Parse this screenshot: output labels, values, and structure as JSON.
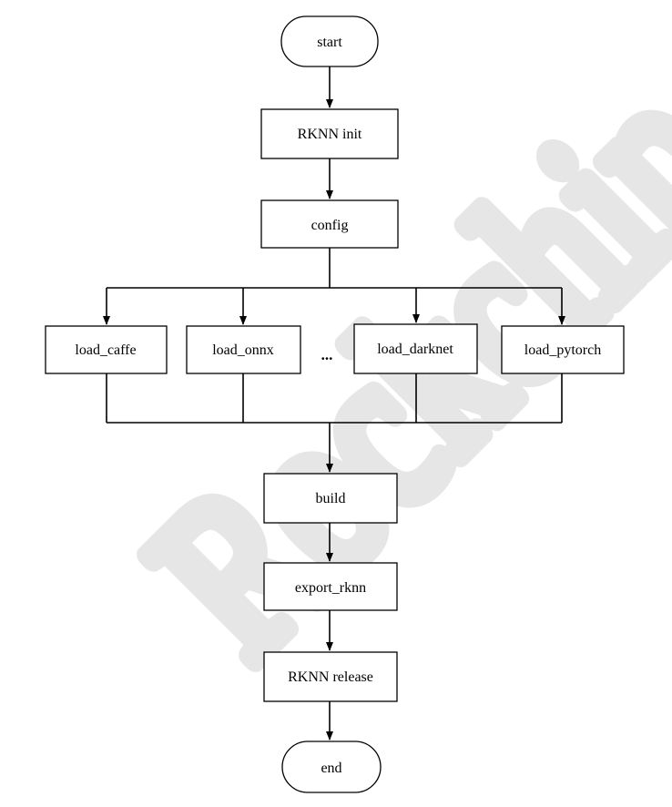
{
  "watermark": {
    "text": "Rockchip"
  },
  "nodes": {
    "start": "start",
    "rknn_init": "RKNN init",
    "config": "config",
    "load_caffe": "load_caffe",
    "load_onnx": "load_onnx",
    "ellipsis": "...",
    "load_darknet": "load_darknet",
    "load_pytorch": "load_pytorch",
    "build": "build",
    "export_rknn": "export_rknn",
    "rknn_release": "RKNN release",
    "end": "end"
  },
  "colors": {
    "stroke": "#000000",
    "watermark": "#d2d2d2",
    "background": "#ffffff"
  }
}
